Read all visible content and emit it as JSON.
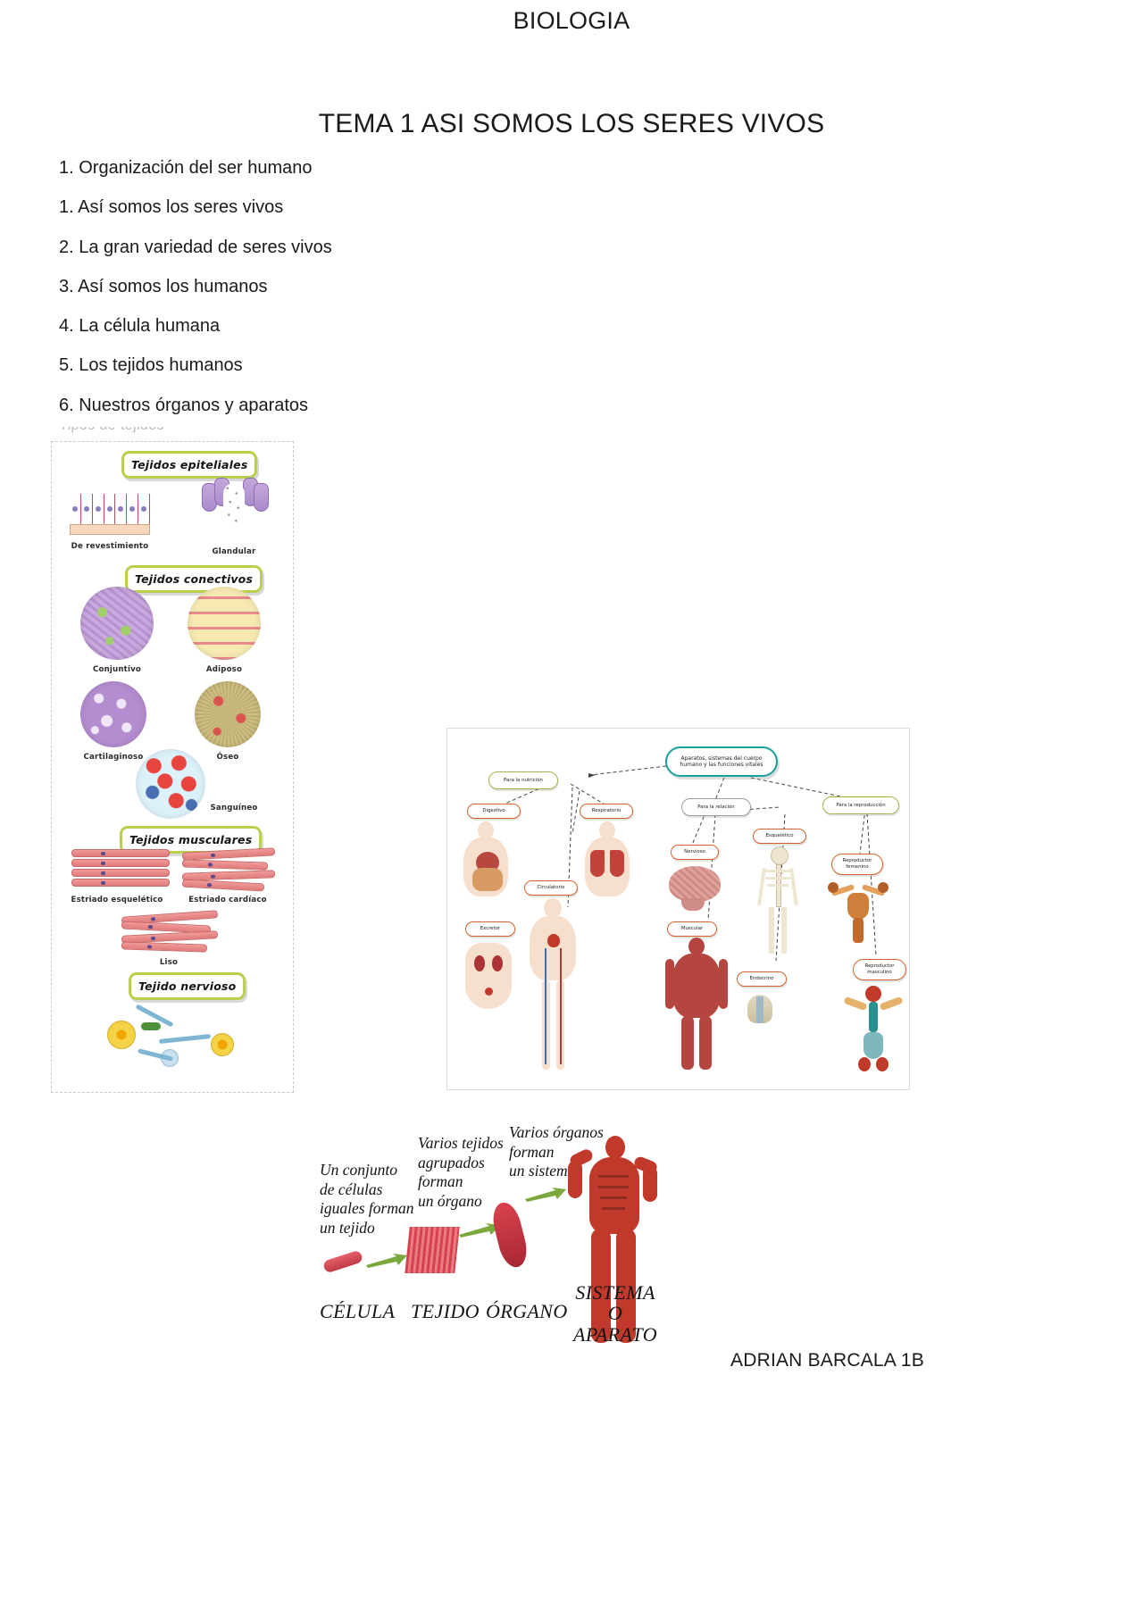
{
  "document": {
    "title": "BIOLOGIA",
    "subtitle": "TEMA 1 ASI SOMOS LOS SERES VIVOS",
    "author_footer": "ADRIAN BARCALA 1B"
  },
  "outline": {
    "items": [
      "1. Organización del ser humano",
      "1. Así somos los seres vivos",
      "2. La gran variedad de seres vivos",
      "3. Así somos los humanos",
      "4. La célula humana",
      "5. Los tejidos humanos",
      "6. Nuestros órganos y aparatos"
    ]
  },
  "figures": {
    "tissues": {
      "cut_caption": "Tipos de tejidos",
      "groups": [
        {
          "badge": "Tejidos epiteliales",
          "labels": [
            "De revestimiento",
            "Glandular"
          ]
        },
        {
          "badge": "Tejidos conectivos",
          "labels": [
            "Conjuntivo",
            "Adiposo",
            "Cartilaginoso",
            "Óseo",
            "Sanguíneo"
          ]
        },
        {
          "badge": "Tejidos musculares",
          "labels": [
            "Estriado esquelético",
            "Estriado cardíaco",
            "Liso"
          ]
        },
        {
          "badge": "Tejido nervioso",
          "labels": []
        }
      ]
    },
    "concept_map": {
      "root": "Aparatos, sistemas del cuerpo humano y las funciones vitales",
      "branches": [
        "Para la nutrición",
        "Para la relación",
        "Para la reproducción"
      ],
      "systems": [
        "Digestivo",
        "Respiratorio",
        "Circulatorio",
        "Excretor",
        "Nervioso",
        "Muscular",
        "Esquelético",
        "Endocrino",
        "Reproductor femenino",
        "Reproductor masculino"
      ]
    },
    "hierarchy": {
      "captions": [
        "Un conjunto\nde células\niguales forman\nun tejido",
        "Varios tejidos\nagrupados\nforman\nun órgano",
        "Varios órganos\nforman\nun sistema"
      ],
      "levels": [
        "CÉLULA",
        "TEJIDO",
        "ÓRGANO",
        "SISTEMA\nO\nAPARATO"
      ]
    }
  },
  "colors": {
    "badge_border": "#b9cf4e",
    "root_border": "#18a0a0",
    "organ_border": "#d4602a",
    "relation_border": "#9a9a9a",
    "arrow_green": "#7aa83c"
  }
}
